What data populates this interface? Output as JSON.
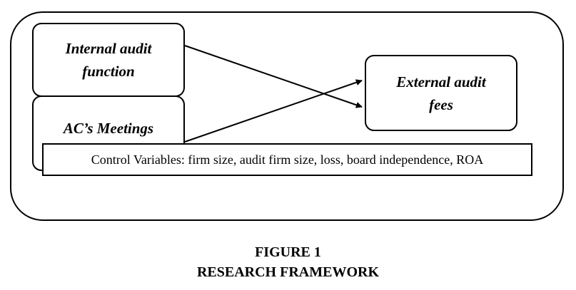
{
  "diagram": {
    "internal_audit": {
      "line1": "Internal audit",
      "line2": "function"
    },
    "ac_meetings": "AC’s Meetings",
    "external_audit": {
      "line1": "External audit",
      "line2": "fees"
    },
    "control_variables": "Control Variables: firm size, audit firm size, loss, board independence, ROA"
  },
  "caption": {
    "figure": "FIGURE 1",
    "title": "RESEARCH FRAMEWORK"
  }
}
